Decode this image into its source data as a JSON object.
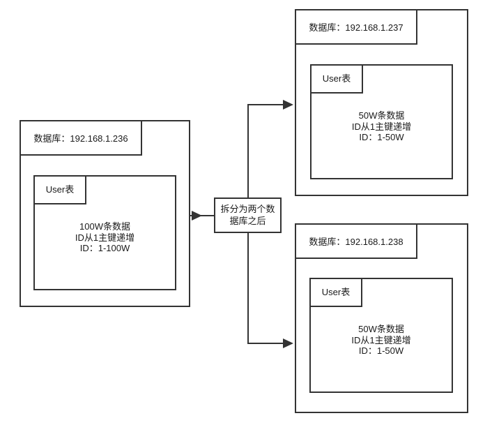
{
  "diagram": {
    "type": "database-sharding-flow",
    "connector": {
      "label": "拆分为两个数据库之后"
    },
    "databases": [
      {
        "label": "数据库：192.168.1.236",
        "table": "User表",
        "lines": [
          "100W条数据",
          "ID从1主键递增",
          "ID：1-100W"
        ]
      },
      {
        "label": "数据库：192.168.1.237",
        "table": "User表",
        "lines": [
          "50W条数据",
          "ID从1主键递增",
          "ID：1-50W"
        ]
      },
      {
        "label": "数据库：192.168.1.238",
        "table": "User表",
        "lines": [
          "50W条数据",
          "ID从1主键递增",
          "ID：1-50W"
        ]
      }
    ],
    "colors": {
      "stroke": "#333333",
      "text": "#1a1a1a",
      "background": "#ffffff"
    }
  }
}
